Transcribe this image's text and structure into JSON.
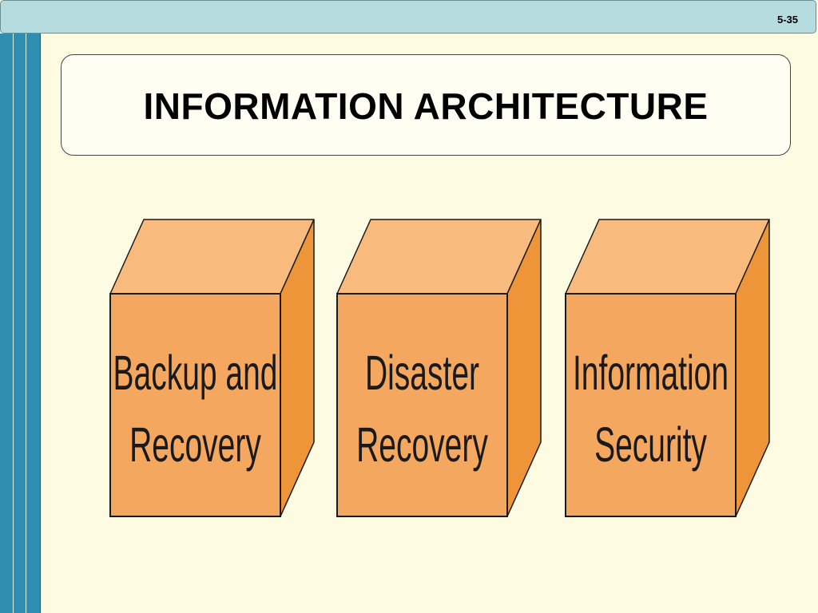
{
  "slide": {
    "number": "5-35"
  },
  "title": {
    "text": "INFORMATION ARCHITECTURE"
  },
  "colors": {
    "background": "#FEFBE3",
    "top_bar": "#B5DDE0",
    "side_bar": "#2E8FB1",
    "cube_front": "#F4A75E",
    "cube_top": "#F8BA7D",
    "cube_side": "#EE9539",
    "outline": "#1a1a1a"
  },
  "cubes": [
    {
      "lines": [
        "Backup and",
        "Recovery"
      ]
    },
    {
      "lines": [
        "Disaster",
        "Recovery"
      ]
    },
    {
      "lines": [
        "Information",
        "Security"
      ]
    }
  ]
}
